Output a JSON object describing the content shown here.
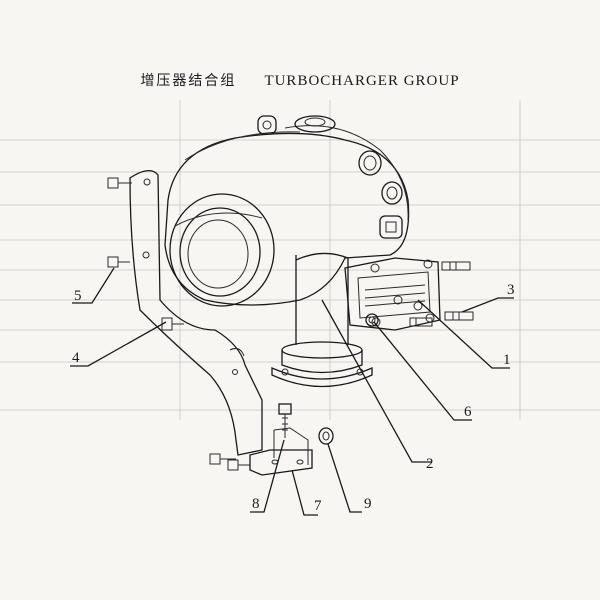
{
  "title": {
    "chinese": "增压器结合组",
    "english": "TURBOCHARGER GROUP"
  },
  "callouts": [
    {
      "id": "1",
      "label": "1"
    },
    {
      "id": "2",
      "label": "2"
    },
    {
      "id": "3",
      "label": "3"
    },
    {
      "id": "4",
      "label": "4"
    },
    {
      "id": "5",
      "label": "5"
    },
    {
      "id": "6",
      "label": "6"
    },
    {
      "id": "7",
      "label": "7"
    },
    {
      "id": "8",
      "label": "8"
    },
    {
      "id": "9",
      "label": "9"
    }
  ],
  "colors": {
    "ink": "#1a1a1a",
    "paper": "#f7f6f2",
    "show_through": "#c9c6be"
  }
}
